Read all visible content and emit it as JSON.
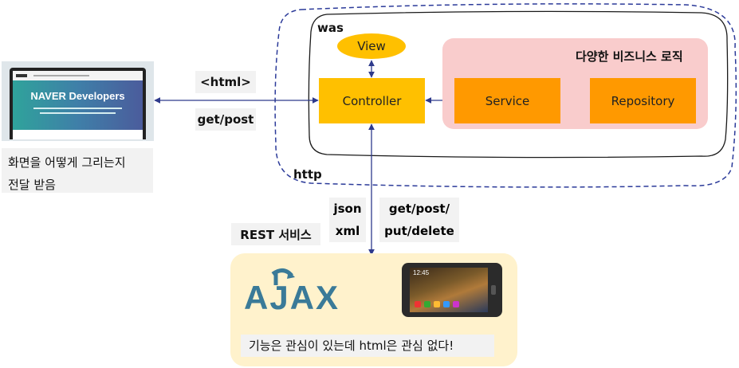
{
  "was_label": "was",
  "http_label": "http",
  "business_logic_label": "다양한 비즈니스 로직",
  "nodes": {
    "view": "View",
    "controller": "Controller",
    "service": "Service",
    "repository": "Repository"
  },
  "labels": {
    "html": "<html>",
    "get_post": "get/post",
    "json_xml_line1": "json",
    "json_xml_line2": "xml",
    "rest_methods_line1": "get/post/",
    "rest_methods_line2": "put/delete",
    "rest_service": "REST 서비스"
  },
  "browser_caption": {
    "line1": "화면을 어떻게 그리는지",
    "line2": "전달 받음"
  },
  "browser_screenshot": {
    "brand": "NAVER Developers"
  },
  "ajax": {
    "logo_text": "AJAX",
    "caption": "기능은 관심이 있는데 html은 관심 없다!"
  },
  "colors": {
    "was_border": "#2b3a99",
    "controller": "#ffc000",
    "view": "#ffc000",
    "service": "#ff9900",
    "repository": "#ff9900",
    "business_bg": "#f9cccc",
    "ajax_bg": "#fff2cc",
    "arrow": "#2e3a8c",
    "ajax_logo": "#3a7a98"
  }
}
